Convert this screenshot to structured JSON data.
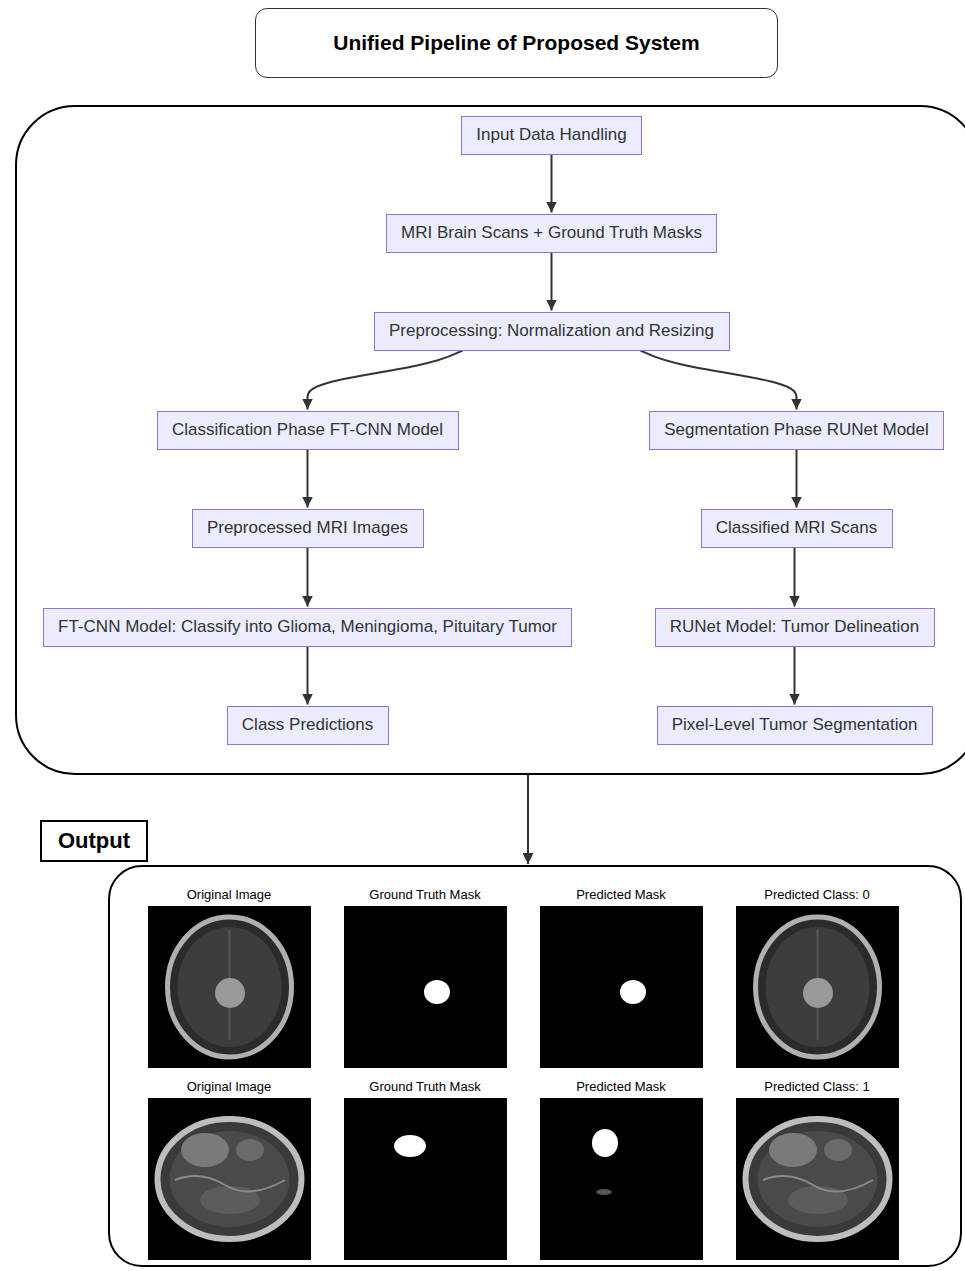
{
  "diagram": {
    "title": "Unified Pipeline of Proposed System",
    "nodes": [
      {
        "text": []
      },
      {
        "text": [
          "Input Data Handling"
        ],
        "in": 0
      },
      {
        "text": [
          "MRI Brain Scans + Ground Truth Masks"
        ],
        "in": 0
      },
      {
        "text": [
          "Preprocessing: Normalization and Resizing"
        ],
        "in": 0
      },
      {
        "text": [
          "Classification Phase FT-CNN Model"
        ],
        "in": 0
      },
      {
        "text": [
          "Segmentation Phase RUNet Model"
        ],
        "in": 0
      },
      {
        "text": [
          "Preprocessed MRI Images"
        ],
        "in": 0
      },
      {
        "text": [
          "Classified MRI Scans"
        ],
        "in": 0
      },
      {
        "text": [
          "FT-CNN Model: Classify into Glioma, Meningioma, Pituitary Tumor"
        ],
        "in": 0
      },
      {
        "text": [
          "RUNet Model: Tumor Delineation"
        ],
        "in": 0
      },
      {
        "text": [
          "Class Predictions"
        ],
        "in": 0
      },
      {
        "text": [
          "Pixel-Level Tumor Segmentation"
        ],
        "in": 0
      },
      {
        "text": [
          "Output"
        ]
      },
      {
        "text": []
      }
    ],
    "edges": [
      {
        "from": 1,
        "to": 2,
        "arrow": "to"
      },
      {
        "from": 2,
        "to": 3,
        "arrow": "to"
      },
      {
        "from": 3,
        "to": 4,
        "arrow": "to"
      },
      {
        "from": 3,
        "to": 5,
        "arrow": "to"
      },
      {
        "from": 4,
        "to": 6,
        "arrow": "to"
      },
      {
        "from": 6,
        "to": 8,
        "arrow": "to"
      },
      {
        "from": 8,
        "to": 10,
        "arrow": "to"
      },
      {
        "from": 5,
        "to": 7,
        "arrow": "to"
      },
      {
        "from": 7,
        "to": 9,
        "arrow": "to"
      },
      {
        "from": 9,
        "to": 11,
        "arrow": "to"
      },
      {
        "from": 0,
        "to": 13,
        "arrow": "to"
      }
    ],
    "labels": [
      "Original Image",
      "Ground Truth Mask",
      "Predicted Mask",
      "Predicted Class: 0",
      "Original Image",
      "Ground Truth Mask",
      "Predicted Mask",
      "Predicted Class: 1"
    ]
  }
}
